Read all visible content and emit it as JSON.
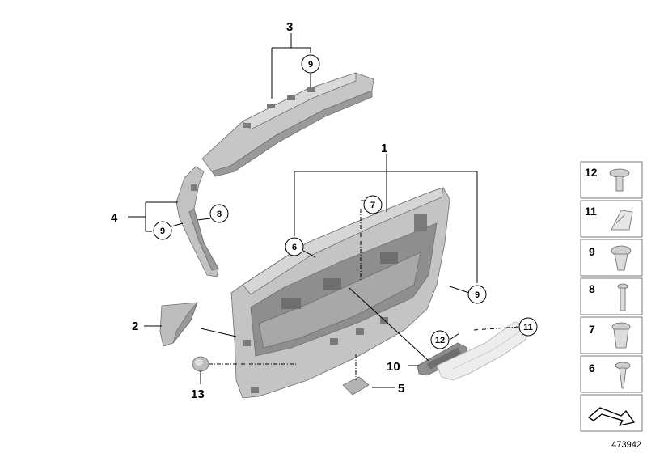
{
  "callouts": {
    "c1": "1",
    "c2": "2",
    "c3": "3",
    "c4": "4",
    "c5": "5",
    "c6": "6",
    "c7": "7",
    "c8": "8",
    "c9_top": "9",
    "c9_left": "9",
    "c9_right": "9",
    "c10": "10",
    "c11": "11",
    "c12": "12",
    "c13": "13"
  },
  "legend": [
    {
      "label": "12",
      "icon": "expanding-rivet-icon"
    },
    {
      "label": "11",
      "icon": "spring-clip-icon"
    },
    {
      "label": "9",
      "icon": "push-rivet-icon"
    },
    {
      "label": "8",
      "icon": "screw-icon"
    },
    {
      "label": "7",
      "icon": "clip-nut-icon"
    },
    {
      "label": "6",
      "icon": "tapping-screw-icon"
    }
  ],
  "reference_number": "473942",
  "colors": {
    "panel_fill": "#c4c4c4",
    "panel_dark": "#8e8e8e",
    "panel_light": "#dcdcdc",
    "line": "#000000"
  }
}
